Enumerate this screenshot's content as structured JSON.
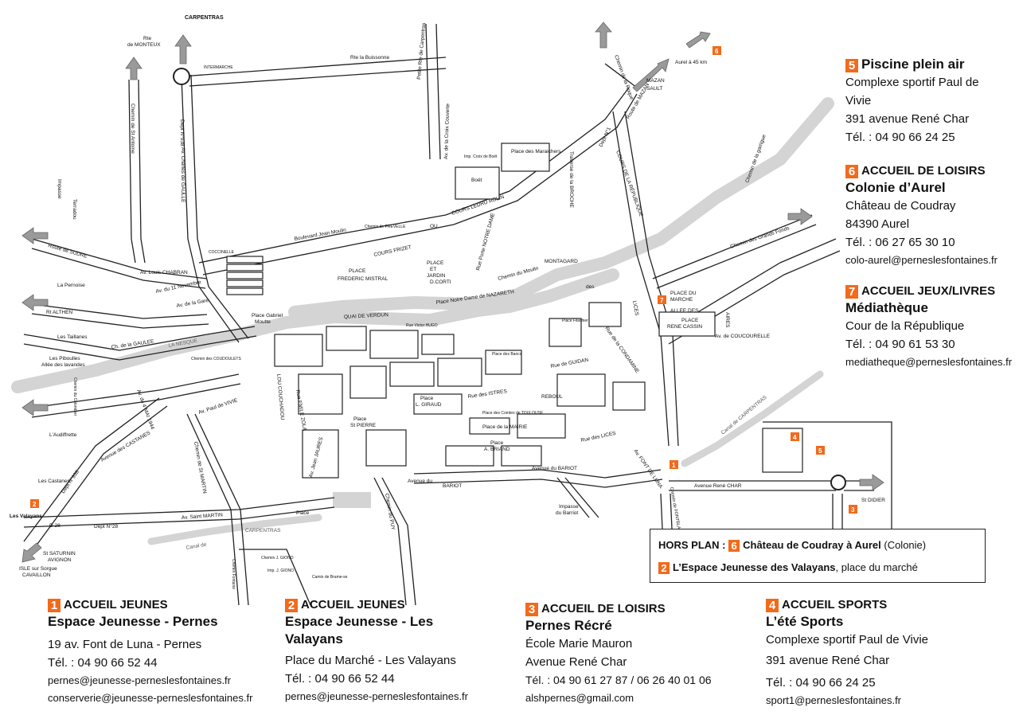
{
  "map": {
    "labels": {
      "carpentras_top": "CARPENTRAS",
      "rte_monteux_1": "Rte",
      "rte_monteux_2": "de MONTEUX",
      "intermarche": "INTERMARCHE",
      "rte_buissonne": "Rte la Buissonne",
      "petite_rte_carpentras": "Petite Rte de Carpentras",
      "chemin_la_roque": "Chemin de la Roque",
      "aurel": "Aurel à 45 km",
      "mazan_sault_1": "MAZAN",
      "mazan_sault_2": "SAULT",
      "route_mazan": "Route de MAZAN",
      "dept_1": "Dept N°1",
      "dept_938": "Dept N°938",
      "av_charles_gaulle": "Av. Charles de GAULLE",
      "chemin_st_antoine": "Chemin de St Antoine",
      "av_croix_couverte": "Av. de la Croix Couverte",
      "place_maraichers": "Place des Maraichers",
      "imp_croix_boet": "Imp. Croix de Boët",
      "boet": "Boët",
      "traverse_broche": "Traverse de la BROCHE",
      "cours_republique": "COURS DE LA RÉPUBLIQUE",
      "chemin_de_la_garrigue": "Chemin de la garrigue",
      "chemin_grands_fonds": "Chemin des Grands Fonds",
      "impasse_terradou": "Impasse",
      "terradou": "Terradou",
      "route_sudre": "Route de SUDRE",
      "coccinelle": "COCCINELLE",
      "bd_jean_moulin": "Boulevard Jean Moulin",
      "chemin_prevelle": "Chemin de PREVELLE",
      "cours_ledru_rollin": "COURS LEDRU ROLIN",
      "ou": "OU",
      "cours_frizet": "COURS FRIZET",
      "rue_porte_notre_dame": "Rue Porte NOTRE DAME",
      "montagard": "MONTAGARD",
      "chemin_moulin": "Chemin du Moulin",
      "av_louis_chabran": "Av. Louis CHABRAN",
      "la_pernoise": "La Pernoise",
      "place_frederic_mistral_1": "PLACE",
      "place_frederic_mistral_2": "FREDERIC MISTRAL",
      "place_jardin_1": "PLACE",
      "place_jardin_2": "ET",
      "place_jardin_3": "JARDIN",
      "place_jardin_4": "D.CORTI",
      "place_notre_dame": "Place Notre Dame de NAZARETH",
      "av_11_novembre": "Av. du 11 Novembre",
      "av_gare": "Av. de la Gare",
      "rt_althen": "Rt ALTHEN",
      "les_taillanes": "Les Taillanes",
      "ch_gaulee": "Ch. de la GAULEE",
      "la_nesque": "LA NESQUE",
      "place_gabriel_moutte_1": "Place Gabriel",
      "place_gabriel_moutte_2": "Moutte",
      "quai_verdun": "QUAI DE VERDUN",
      "rue_victor_hugo": "Rue Victor HUGO",
      "place_du_marche_1": "PLACE DU",
      "place_du_marche_2": "MARCHE",
      "allee_des": "ALLEE DES",
      "place_rene_cassin_1": "PLACE",
      "place_rene_cassin_2": "RENE CASSIN",
      "aires": "AIRES",
      "av_coucourelle": "Av. de COUCOURELLE",
      "lices": "LICES",
      "condamine": "Rue de la CONDAMINE",
      "les_piboulles_1": "Les Piboulles",
      "les_piboulles_2": "Allée des lavandes",
      "chemin_des_coudoulets": "Chemin des COUDOULETS",
      "av_paul_vivie": "Av. Paul de VIVIE",
      "av_4_mai": "Av. du 4 MAI 1944",
      "chemin_colombier": "Chemin du Colombier",
      "l_audiffrette": "L'Audiffrette",
      "lou_couchadou": "LOU COUCHADOU",
      "rue_emile_zola": "Rue EMILE ZOLA",
      "av_jean_jaures": "Av. Jean JAURES",
      "place_st_pierre_1": "Place",
      "place_st_pierre_2": "St PIERRE",
      "place_giraud_1": "Place",
      "place_giraud_2": "L. GIRAUD",
      "place_mairie": "Place de la MAIRIE",
      "place_briand_1": "Place",
      "place_briand_2": "A. BRIAND",
      "reboul": "REBOUL",
      "rue_guidan": "Rue de GUIDAN",
      "rue_lices": "Rue des LICES",
      "rue_istres": "Rue des ISTRES",
      "av_castanes": "Avenue des CASTANES",
      "chemin_st_martin": "Chemin de St MARTIN",
      "av_st_martin": "Av. Saint MARTIN",
      "les_castanes": "Les Castanes",
      "les_valayans": "Les Valayans",
      "d28": "D 28",
      "dept_28": "Dept N°28",
      "st_saturnin_1": "St SATURNIN",
      "st_saturnin_2": "AVIGNON",
      "isle_1": "ISLE sur Sorgue",
      "isle_2": "CAVAILLON",
      "dept_938b": "Dept N°938",
      "avenue_bariot_1": "Avenue du",
      "avenue_bariot_2": "BARIOT",
      "avenue_du_bariot": "Avenue du BARIOT",
      "chemin_puy": "Chemin du PUY",
      "impasse_barriot_1": "Impasse",
      "impasse_barriot_2": "du Barriot",
      "place_label": "Place",
      "carpentras_canal": "CARPENTRAS",
      "canal_de": "Canal de",
      "canal_carpentras_right": "Canal de CARPENTRAS",
      "chemin_giono": "Chemin J. GIONO",
      "imp_giono": "Imp. J. GIONO",
      "camin_brame": "Camin de Brame-se",
      "chemin_fontaine": "Chemin Fontaine",
      "av_font_luna": "Av. FONT DE LUNA",
      "chemin_font_blanque": "Chemin de FONTBLANQUE",
      "av_rene_char": "Avenue René CHAR",
      "st_didier": "St DIDIER",
      "place_filachier": "Place Filachier",
      "place_bancs": "Place des Bancs",
      "place_cormes": "Place des Comtes de TOULOUSE",
      "des": "des"
    },
    "badges": [
      "1",
      "2",
      "3",
      "4",
      "5",
      "6",
      "7"
    ]
  },
  "contacts": {
    "c5": {
      "num": "5",
      "title": "Piscine plein air",
      "line1": "Complexe sportif Paul de",
      "line2": "Vivie",
      "line3": "391 avenue René Char",
      "tel": "Tél. : 04 90 66 24 25"
    },
    "c6": {
      "num": "6",
      "title": "ACCUEIL DE LOISIRS",
      "subtitle": "Colonie d’Aurel",
      "line1": "Château de Coudray",
      "line2": "84390 Aurel",
      "tel": "Tél. : 06 27 65 30 10",
      "email": "colo-aurel@perneslesfontaines.fr"
    },
    "c7": {
      "num": "7",
      "title": "ACCUEIL JEUX/LIVRES",
      "subtitle": "Médiathèque",
      "line1": "Cour de la République",
      "tel": "Tél. : 04 90 61 53 30",
      "email": "mediatheque@perneslesfontaines.fr"
    },
    "c1": {
      "num": "1",
      "title": "ACCUEIL JEUNES",
      "subtitle": "Espace Jeunesse - Pernes",
      "line1": "19 av. Font de Luna - Pernes",
      "tel": "Tél. : 04 90 66 52 44",
      "email1": "pernes@jeunesse-perneslesfontaines.fr",
      "email2": "conserverie@jeunesse-perneslesfontaines.fr"
    },
    "c2": {
      "num": "2",
      "title": "ACCUEIL JEUNES",
      "subtitle1": "Espace Jeunesse - Les",
      "subtitle2": "Valayans",
      "line1": "Place du Marché - Les Valayans",
      "tel": "Tél. : 04 90 66 52 44",
      "email": "pernes@jeunesse-perneslesfontaines.fr"
    },
    "c3": {
      "num": "3",
      "title": "ACCUEIL DE LOISIRS",
      "subtitle": "Pernes Récré",
      "line1": "École Marie Mauron",
      "line2": "Avenue René Char",
      "tel": "Tél. : 04 90 61 27 87 / 06 26 40 01 06",
      "email": "alshpernes@gmail.com"
    },
    "c4": {
      "num": "4",
      "title": "ACCUEIL SPORTS",
      "subtitle": "L’été Sports",
      "line1": "Complexe sportif Paul de Vivie",
      "line2": "391 avenue René Char",
      "tel": "Tél. : 04 90 66 24 25",
      "email": "sport1@perneslesfontaines.fr"
    }
  },
  "hors_plan": {
    "label": "HORS PLAN :",
    "num6": "6",
    "row1_bold": "Château de Coudray à Aurel",
    "row1_rest": " (Colonie)",
    "num2": "2",
    "row2_bold": "L’Espace Jeunesse des Valayans",
    "row2_rest": ", place du marché"
  },
  "colors": {
    "accent": "#f26a1b",
    "river": "#d4d4d4",
    "arrow": "#9a9a9a"
  }
}
